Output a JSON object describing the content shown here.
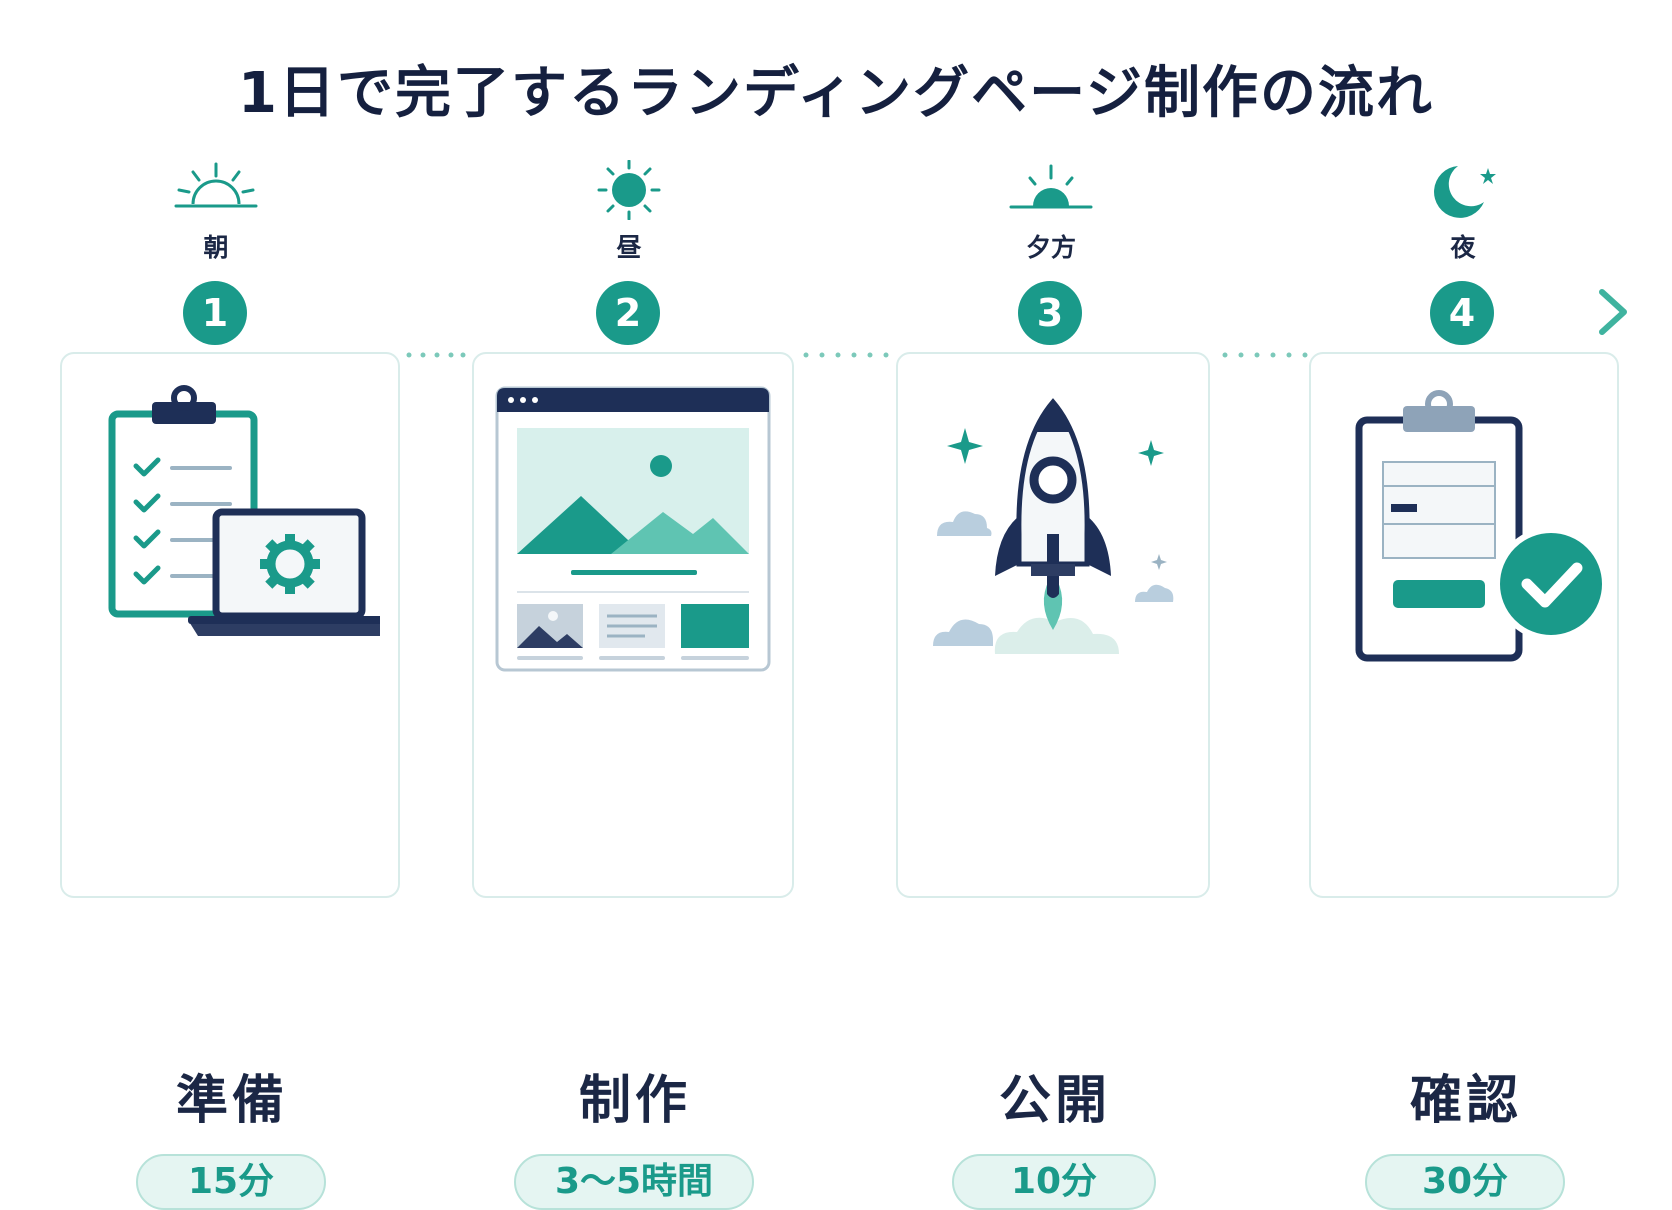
{
  "title": "1日で完了するランディングページ制作の流れ",
  "phases": [
    {
      "label": "朝",
      "icon": "sunrise-icon"
    },
    {
      "label": "昼",
      "icon": "sun-icon"
    },
    {
      "label": "夕方",
      "icon": "sunset-icon"
    },
    {
      "label": "夜",
      "icon": "moon-icon"
    }
  ],
  "steps": [
    {
      "number": "1",
      "title": "準備",
      "duration": "15分",
      "icon": "checklist-laptop-icon"
    },
    {
      "number": "2",
      "title": "制作",
      "duration": "3～5時間",
      "icon": "webpage-layout-icon"
    },
    {
      "number": "3",
      "title": "公開",
      "duration": "10分",
      "icon": "rocket-icon"
    },
    {
      "number": "4",
      "title": "確認",
      "duration": "30分",
      "icon": "clipboard-check-icon"
    }
  ],
  "colors": {
    "teal": "#1a9a8a",
    "navy": "#1e2f57",
    "light_teal": "#e5f5f2",
    "line": "#8fb6c6"
  }
}
